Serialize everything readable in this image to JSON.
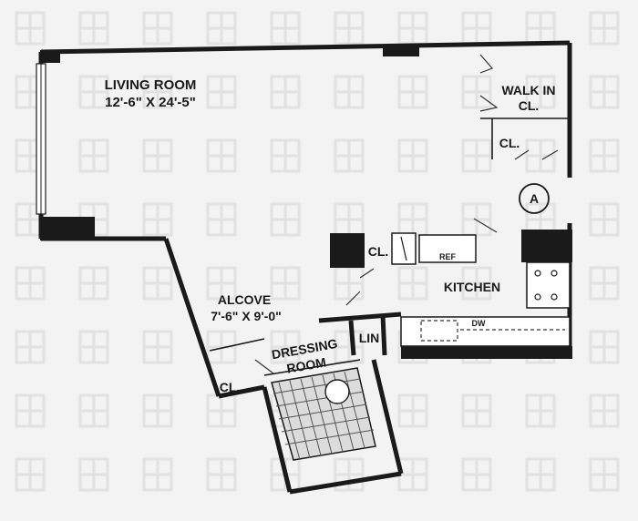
{
  "plan": {
    "rooms": {
      "living_room": {
        "name": "LIVING ROOM",
        "dims": "12'-6\" X 24'-5\""
      },
      "walk_in_closet": {
        "line1": "WALK IN",
        "line2": "CL."
      },
      "closet_upper": "CL.",
      "closet_kitchen": "CL.",
      "refrigerator": "REF",
      "kitchen": "KITCHEN",
      "alcove": {
        "name": "ALCOVE",
        "dims": "7'-6\" X 9'-0\""
      },
      "linen": "LIN",
      "dressing_room": {
        "line1": "DRESSING",
        "line2": "ROOM"
      },
      "closet_lower": "CL.",
      "dishwasher": "DW"
    },
    "marker": "A"
  }
}
